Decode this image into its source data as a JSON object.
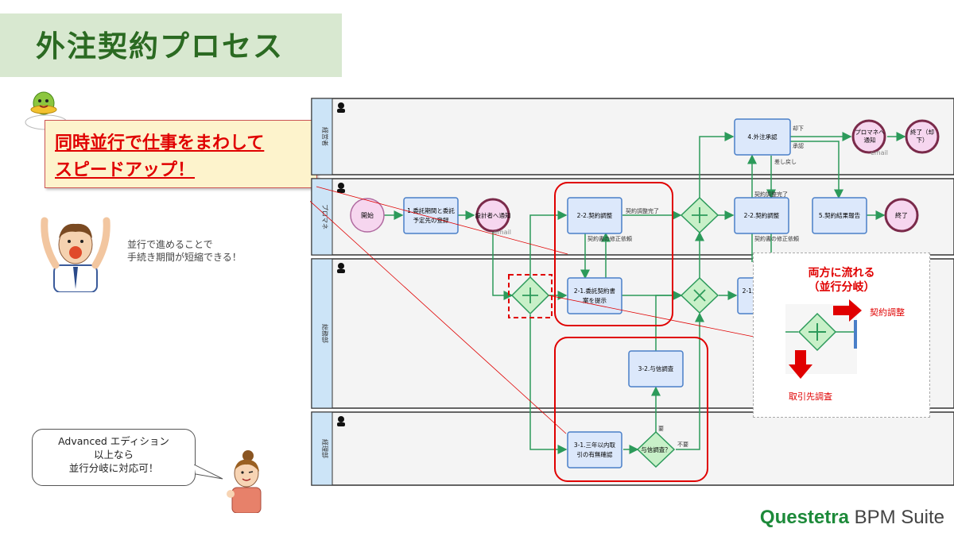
{
  "title": "外注契約プロセス",
  "callout": {
    "line1": "同時並行で仕事をまわして",
    "line2": "スピードアップ！"
  },
  "side_note": {
    "line1": "並行で進めることで",
    "line2": "手続き期間が短縮できる！"
  },
  "speech": {
    "line1": "Advanced エディション",
    "line2": "以上なら",
    "line3": "並行分岐に対応可！"
  },
  "diagram": {
    "lanes": [
      {
        "label": "経営者"
      },
      {
        "label": "プロマネ"
      },
      {
        "label": "総務部"
      },
      {
        "label": "経理部"
      }
    ],
    "nodes": {
      "start": "開始",
      "task1_line1": "1.委託期間と委託",
      "task1_line2": "予定先の登録",
      "notify1": "設計者へ通知",
      "email1": "email",
      "task22": "2-2.契約調整",
      "task21_line1": "2-1.委託契約書",
      "task21_line2": "案を提示",
      "task32": "3-2.与信調査",
      "task31_line1": "3-1.三年以内取",
      "task31_line2": "引の有無確認",
      "gw_credit": "与信調査？",
      "task4": "4.外注承認",
      "notify_pm_line1": "プロマネへ",
      "notify_pm_line2": "通知",
      "email2": "email",
      "end_reject_line1": "終了（却",
      "end_reject_line2": "下）",
      "task22b": "2-2.契約調整",
      "task21b": "2-1.",
      "task5": "5.契約結果報告",
      "end": "終了"
    },
    "edges": {
      "contract_done": "契約調整完了",
      "contract_done2": "契約調整完了",
      "draft_fix": "契約書の修正依頼",
      "draft_fix2": "契約書の修正依頼",
      "reject": "却下",
      "approve": "承認",
      "sendback": "差し戻し",
      "needed": "要",
      "not_needed": "不要"
    }
  },
  "popup": {
    "title_line1": "両方に流れる",
    "title_line2": "（並行分岐）",
    "label_right": "契約調整",
    "label_down": "取引先調査"
  },
  "brand": {
    "strong": "Questetra",
    "light": " BPM Suite"
  },
  "colors": {
    "title_green": "#2b6a22",
    "banner_bg": "#d8e8d0",
    "highlight_red": "#e00000",
    "task_fill": "#dce8fb",
    "task_border": "#4a7fc8",
    "flow_green": "#2c9a5a",
    "gateway_fill": "#c8f0c8",
    "event_fill": "#f6d6ef",
    "brand_green": "#1d8a3a"
  }
}
